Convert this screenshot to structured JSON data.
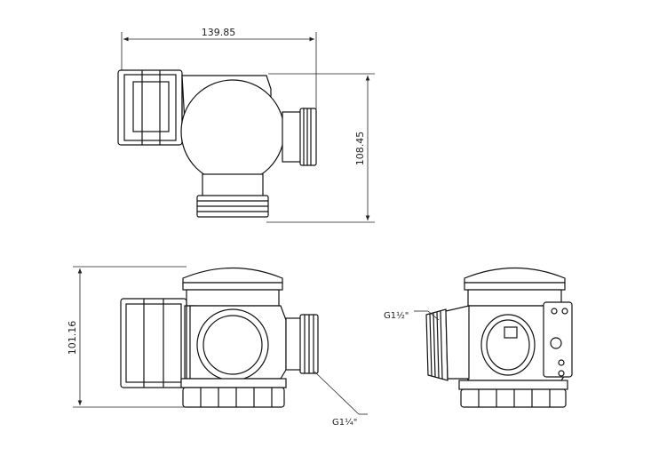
{
  "dimensions": {
    "width_top": "139.85",
    "height_top": "108.45",
    "height_front": "101.16"
  },
  "thread_labels": {
    "side_thread": "G1½\"",
    "bottom_thread": "G1¼\""
  }
}
